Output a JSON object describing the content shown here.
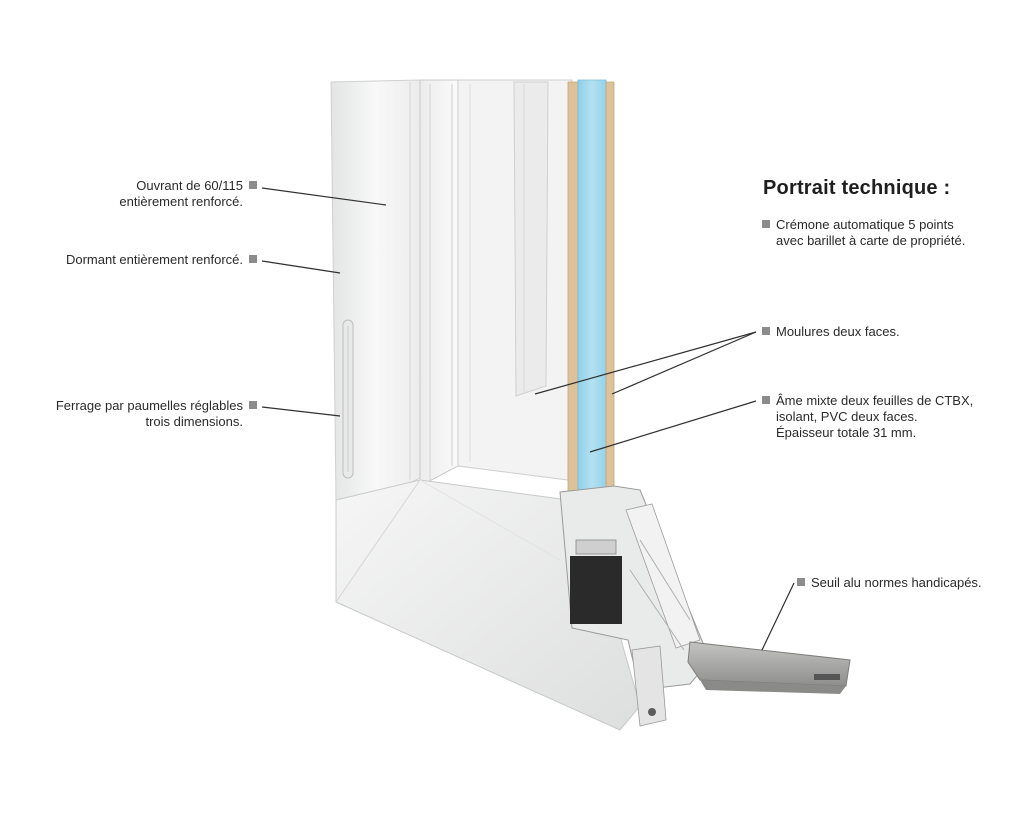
{
  "title": "Portrait technique :",
  "labels": {
    "ouvrant": [
      "Ouvrant de 60/115",
      "entièrement renforcé."
    ],
    "dormant": [
      "Dormant entièrement renforcé."
    ],
    "ferrage": [
      "Ferrage par paumelles réglables",
      "trois dimensions."
    ],
    "cremone": [
      "Crémone automatique 5 points",
      "avec barillet à carte de propriété."
    ],
    "moulures": [
      "Moulures deux faces."
    ],
    "ame": [
      "Âme mixte deux feuilles de CTBX,",
      "isolant, PVC deux faces.",
      "Épaisseur totale 31 mm."
    ],
    "seuil": [
      "Seuil alu normes handicapés."
    ]
  },
  "colors": {
    "panel_insulation": "#a9dcef",
    "panel_ctbx": "#dcc29a",
    "pvc_white": "#f4f5f5",
    "aluminium": "#a8a8a6",
    "leader": "#303030",
    "bullet": "#8c8c8c"
  }
}
